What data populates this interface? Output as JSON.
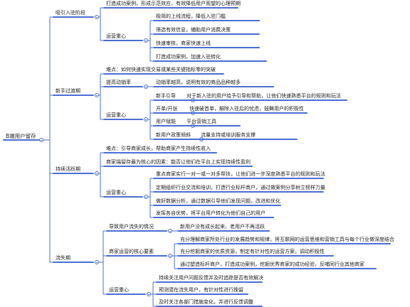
{
  "root": "B端用户留存",
  "branches": [
    {
      "label": "吸引入驻阶段",
      "items": [
        {
          "label": "打造成功案例，形成示范效应，有效降低用户观望的心理预期"
        },
        {
          "label": "运营重心",
          "children": [
            {
              "label": "极简的上线流程，降低入驻门槛"
            },
            {
              "label": "筛选有效信息，辅助用户消费决策"
            },
            {
              "label": "快速审核，商家快速上线"
            },
            {
              "label": "打造成功案例，加速入驻转化"
            }
          ]
        }
      ]
    },
    {
      "label": "新手过渡期",
      "items": [
        {
          "label": "难点：如何快速实现交易或某些关键指标零的突破"
        },
        {
          "label": "提高动销率",
          "children": [
            {
              "label": "动销率越高，说明有效的商品品种越多"
            }
          ]
        },
        {
          "label": "运营重心",
          "children": [
            {
              "label": "新手引导",
              "children": [
                {
                  "label": "对于新入驻的用户给予引导和帮助，让他们快速熟悉平台的规则和玩法"
                }
              ]
            },
            {
              "label": "开单/开张",
              "children": [
                {
                  "label": "快速破首单，解除入驻后的忧虑，鼓舞用户的积极性"
                }
              ]
            },
            {
              "label": "用户赋能",
              "children": [
                {
                  "label": "平台营销工具"
                }
              ]
            },
            {
              "label": "新用户政策倾斜",
              "children": [
                {
                  "label": "流量支持或培训服务支撑"
                }
              ]
            }
          ]
        }
      ]
    },
    {
      "label": "持续活跃期",
      "items": [
        {
          "label": "难点：引导商家成长，帮助商家产生持续性收入"
        },
        {
          "label": "商家端留存最为核心的因素：能否让他们在平台上实现持续性盈利"
        },
        {
          "label": "运营重心",
          "children": [
            {
              "label": "重点商家实行一对一或一对多帮扶，让他们进一步深度熟悉平台的规则和玩法"
            },
            {
              "label": "定期组织行业交流和培训，打造行业标杆商户，通过做案例分享树立榜样力量"
            },
            {
              "label": "做好数据分析，通过数据引导他们发现问题，改进和优化"
            },
            {
              "label": "发挥各自优势，将平台用户转化为他们自己的用户"
            }
          ]
        }
      ]
    },
    {
      "label": "流失期",
      "items": [
        {
          "label": "导致用户流失的情况",
          "children": [
            {
              "label": "新用户没有成长起来、老用户不再活跃"
            }
          ]
        },
        {
          "label": "商家运营的核心要素",
          "children": [
            {
              "label": "充分理解商家所处行业的发展趋势和规律，将互联网的运营思维和营销工具与每个行业做深度结合"
            },
            {
              "label": "充分挖掘商家的优质资源，制定有针对性的运营方案，调动积极性"
            },
            {
              "label": "通过塑造标杆商户，打造成功案例，挖掘优秀商家的成功经验，反哺同行业其他商家"
            }
          ]
        },
        {
          "label": "运营重心",
          "children": [
            {
              "label": "持续关注用户问题反馈并及时追踪是否有效解决"
            },
            {
              "label": "预测潜在流失用户，有针对性进行挽留"
            },
            {
              "label": "及时关注各部门措施变化，并进行反馈调整"
            }
          ]
        }
      ]
    }
  ]
}
